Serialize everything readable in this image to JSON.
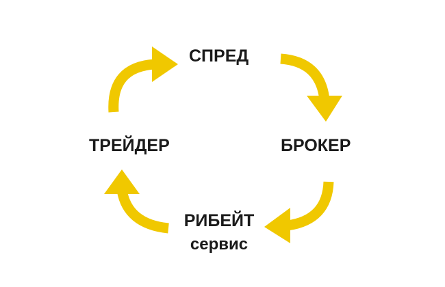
{
  "colors": {
    "arrow": "#f0c800",
    "text": "#1a1a1a",
    "background": "#ffffff"
  },
  "nodes": {
    "spread": "СПРЕД",
    "broker": "БРОКЕР",
    "trader": "ТРЕЙДЕР",
    "rebate": {
      "line1": "РИБЕЙТ",
      "line2": "сервис"
    }
  },
  "arrows": [
    {
      "from": "spread",
      "to": "broker",
      "direction": "clockwise"
    },
    {
      "from": "broker",
      "to": "rebate",
      "direction": "clockwise"
    },
    {
      "from": "rebate",
      "to": "trader",
      "direction": "clockwise"
    },
    {
      "from": "trader",
      "to": "spread",
      "direction": "clockwise"
    }
  ]
}
